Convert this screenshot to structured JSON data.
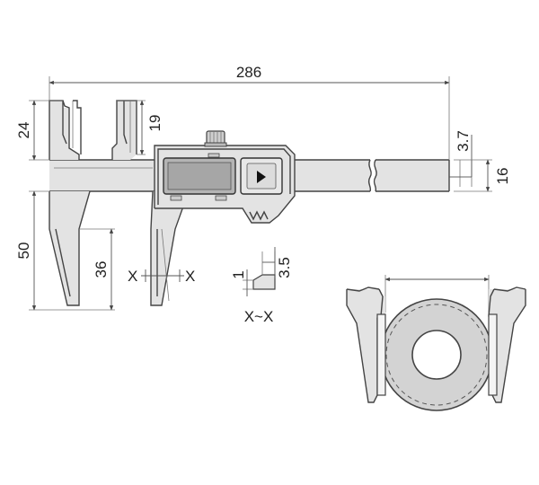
{
  "dimensions": {
    "total_length": "286",
    "upper_jaw_height": "24",
    "upper_jaw_depth": "19",
    "thickness": "3.7",
    "beam_width": "16",
    "lower_jaw_height": "50",
    "lower_jaw_depth": "36",
    "tip_length": "3.5",
    "tip_width": "1"
  },
  "section": {
    "mark_left": "X",
    "mark_right": "X",
    "label": "X~X"
  },
  "colors": {
    "body": "#e3e3e3",
    "outline": "#444444",
    "display": "#b4b4b4",
    "ring": "#d3d3d3"
  }
}
